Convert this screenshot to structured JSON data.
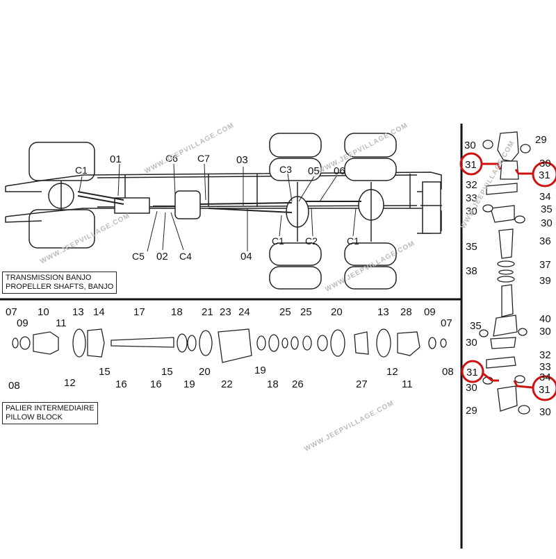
{
  "watermark": "WWW.JEEPVILLAGE.COM",
  "caption_top": {
    "line1": "TRANSMISSION BANJO",
    "line2": "PROPELLER SHAFTS, BANJO"
  },
  "caption_bottom": {
    "line1": "PALIER INTERMEDIAIRE",
    "line2": "PILLOW BLOCK"
  },
  "chassis_labels": {
    "l01": "01",
    "c1a": "C1",
    "c6": "C6",
    "c7": "C7",
    "l03": "03",
    "c3": "C3",
    "l05": "05",
    "l06": "06",
    "c5": "C5",
    "l02": "02",
    "c4": "C4",
    "l04": "04",
    "c1b": "C1",
    "c2": "C2",
    "c1c": "C1"
  },
  "pillow_labels": {
    "t07": "07",
    "t09": "09",
    "t10": "10",
    "t11": "11",
    "t13": "13",
    "t14": "14",
    "t17": "17",
    "t18": "18",
    "t21": "21",
    "t23": "23",
    "t24": "24",
    "t25a": "25",
    "t25b": "25",
    "t20a": "20",
    "t13b": "13",
    "t28": "28",
    "t09b": "09",
    "t07b": "07",
    "b08": "08",
    "b12": "12",
    "b15a": "15",
    "b16a": "16",
    "b16b": "16",
    "b15b": "15",
    "b20": "20",
    "b19": "19",
    "b22": "22",
    "b19b": "19",
    "b18": "18",
    "b26": "26",
    "b27": "27",
    "b12b": "12",
    "b11": "11",
    "b08b": "08"
  },
  "shaft_labels": {
    "r29": "29",
    "r30a": "30",
    "r30b": "30",
    "r31a": "31",
    "r31b": "31",
    "r32": "32",
    "r33": "33",
    "r34": "34",
    "r30c": "30",
    "r35": "35",
    "r30d": "30",
    "r35b": "35",
    "r36": "36",
    "r38": "38",
    "r37": "37",
    "r39": "39",
    "r40": "40",
    "r35c": "35",
    "r30e": "30",
    "r30f": "30",
    "r31c": "31",
    "r32b": "32",
    "r33b": "33",
    "r34b": "34",
    "r30g": "30",
    "r31d": "31",
    "r29b": "29",
    "r30h": "30"
  },
  "colors": {
    "ink": "#222222",
    "highlight": "#cc1111",
    "watermark": "#bbbbbb"
  }
}
